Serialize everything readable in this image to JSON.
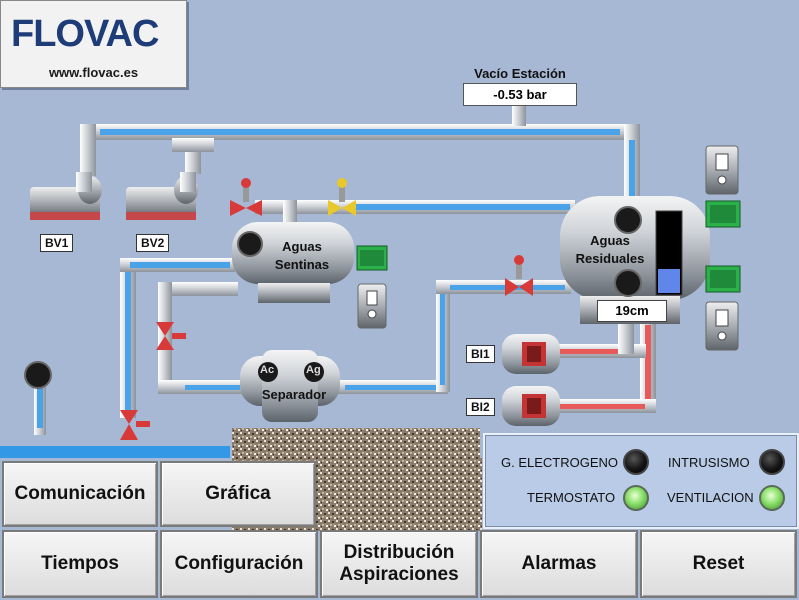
{
  "logo": {
    "brand": "FLOVAC",
    "url": "www.flovac.es"
  },
  "vacuum": {
    "title": "Vacío Estación",
    "value": "-0.53 bar"
  },
  "pumps": [
    {
      "label": "BV1"
    },
    {
      "label": "BV2"
    }
  ],
  "tanks": {
    "sentinas": {
      "line1": "Aguas",
      "line2": "Sentinas"
    },
    "residuales": {
      "line1": "Aguas",
      "line2": "Residuales",
      "level_display": "19cm",
      "level_fraction": 0.3
    }
  },
  "separator": {
    "label": "Separador",
    "port_left": "Ac",
    "port_right": "Ag"
  },
  "blowers": [
    {
      "label": "BI1"
    },
    {
      "label": "BI2"
    }
  ],
  "status": {
    "items": [
      {
        "label": "G. ELECTROGENO",
        "state": "off"
      },
      {
        "label": "INTRUSISMO",
        "state": "off"
      },
      {
        "label": "TERMOSTATO",
        "state": "on"
      },
      {
        "label": "VENTILACION",
        "state": "on"
      }
    ]
  },
  "buttons": {
    "comunicacion": "Comunicación",
    "grafica": "Gráfica",
    "tiempos": "Tiempos",
    "configuracion": "Configuración",
    "distribucion_1": "Distribución",
    "distribucion_2": "Aspiraciones",
    "alarmas": "Alarmas",
    "reset": "Reset"
  },
  "colors": {
    "background": "#a7b8d4",
    "pipe_water": "#4aa3e8",
    "pipe_heat": "#e85a5a",
    "accent_blue": "#3399e6",
    "lamp_on": "#7ad35a"
  }
}
